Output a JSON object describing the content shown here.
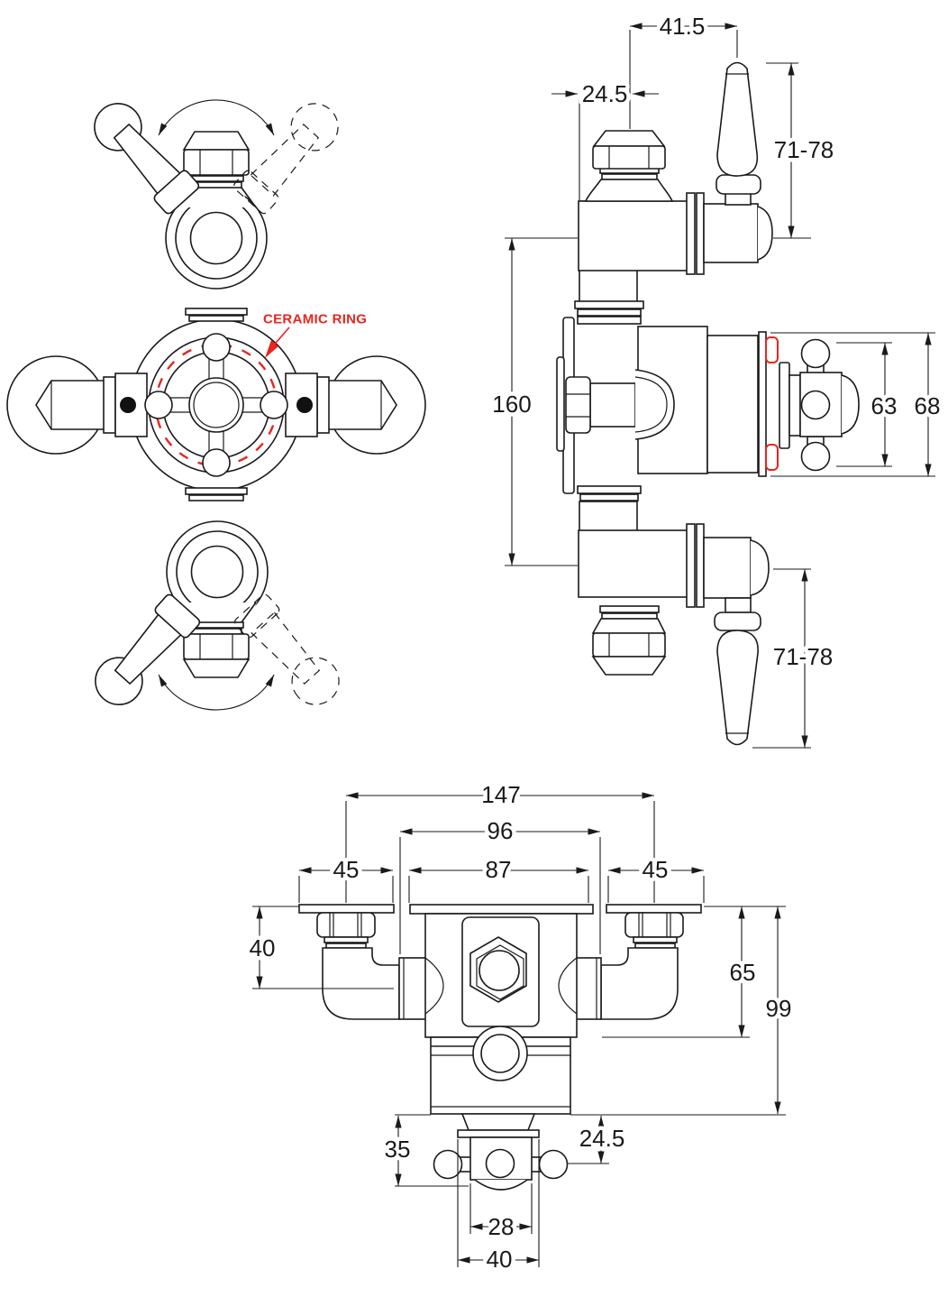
{
  "annotation": {
    "label": "CERAMIC RING",
    "color": "#e8251f"
  },
  "line_color": "#1a1a1a",
  "views": {
    "side": {
      "dims": {
        "handle_offset": "41.5",
        "inlet_offset": "24.5",
        "top_lever_length": "71-78",
        "port_centres": "160",
        "handle_diameter": "63",
        "backplate_diameter": "68",
        "bottom_lever_length": "71-78"
      }
    },
    "plan": {
      "dims": {
        "overall_width": "147",
        "body_width": "96",
        "plate_width": "87",
        "left_union_width": "45",
        "right_union_width": "45",
        "union_depth": "40",
        "body_depth": "65",
        "overall_depth": "99",
        "handle_projection": "35",
        "handle_offset": "24.5",
        "handle_stem_width": "28",
        "handle_base_width": "40"
      }
    }
  }
}
